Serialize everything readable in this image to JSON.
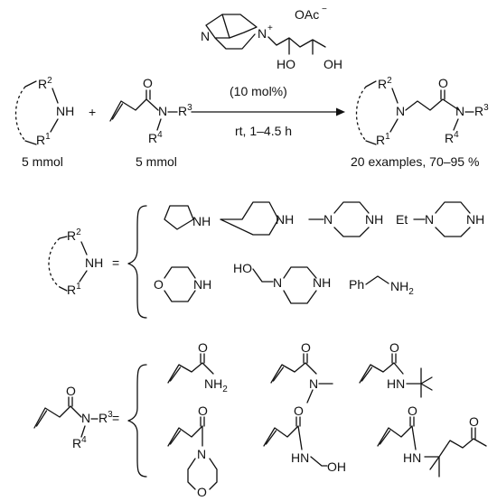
{
  "reaction": {
    "catalyst": {
      "anion": "OAc",
      "anion_charge": "−",
      "cation_charge": "+",
      "n_label": "N",
      "n_plus_label": "N",
      "ho_label": "HO",
      "oh_label": "OH",
      "loading": "(10 mol%)"
    },
    "conditions": "rt, 1–4.5 h",
    "amine": {
      "nh": "NH",
      "r1": "R",
      "r1_sup": "1",
      "r2": "R",
      "r2_sup": "2",
      "amount": "5 mmol"
    },
    "plus": "+",
    "acrylamide": {
      "o": "O",
      "n": "N",
      "r3": "R",
      "r3_sup": "3",
      "r4": "R",
      "r4_sup": "4",
      "amount": "5 mmol"
    },
    "product": {
      "n1": "N",
      "n2": "N",
      "o": "O",
      "r1": "R",
      "r1_sup": "1",
      "r2": "R",
      "r2_sup": "2",
      "r3": "R",
      "r3_sup": "3",
      "r4": "R",
      "r4_sup": "4"
    },
    "yield_summary": "20 examples, 70–95 %"
  },
  "amine_scope": {
    "nh": "NH",
    "r1": "R",
    "r1_sup": "1",
    "r2": "R",
    "r2_sup": "2",
    "equals": "=",
    "items": [
      {
        "name": "pyrrolidine",
        "nh": "NH"
      },
      {
        "name": "4-methylpiperidine",
        "nh": "NH"
      },
      {
        "name": "N-methylpiperazine",
        "n": "N",
        "nh": "NH"
      },
      {
        "name": "N-ethylpiperazine",
        "et": "Et",
        "n": "N",
        "nh": "NH"
      },
      {
        "name": "morpholine",
        "o": "O",
        "nh": "NH"
      },
      {
        "name": "N-hydroxymethylpiperazine",
        "ho": "HO",
        "n": "N",
        "nh": "NH"
      },
      {
        "name": "benzylamine",
        "ph": "Ph",
        "nh2": "NH",
        "nh2_sub": "2"
      }
    ]
  },
  "acrylamide_scope": {
    "o": "O",
    "n": "N",
    "r3": "R",
    "r3_sup": "3",
    "r4": "R",
    "r4_sup": "4",
    "equals": "=",
    "items": [
      {
        "name": "acrylamide",
        "o": "O",
        "nh2": "NH",
        "nh2_sub": "2"
      },
      {
        "name": "N,N-dimethylacrylamide",
        "o": "O",
        "n": "N"
      },
      {
        "name": "N-tert-butylacrylamide",
        "o": "O",
        "hn": "HN"
      },
      {
        "name": "4-acryloylmorpholine",
        "o": "O",
        "n": "N",
        "ring_o": "O"
      },
      {
        "name": "N-hydroxymethylacrylamide",
        "o": "O",
        "hn": "HN",
        "oh": "OH"
      },
      {
        "name": "diacetone acrylamide",
        "o": "O",
        "hn": "HN",
        "ketone_o": "O"
      }
    ]
  }
}
